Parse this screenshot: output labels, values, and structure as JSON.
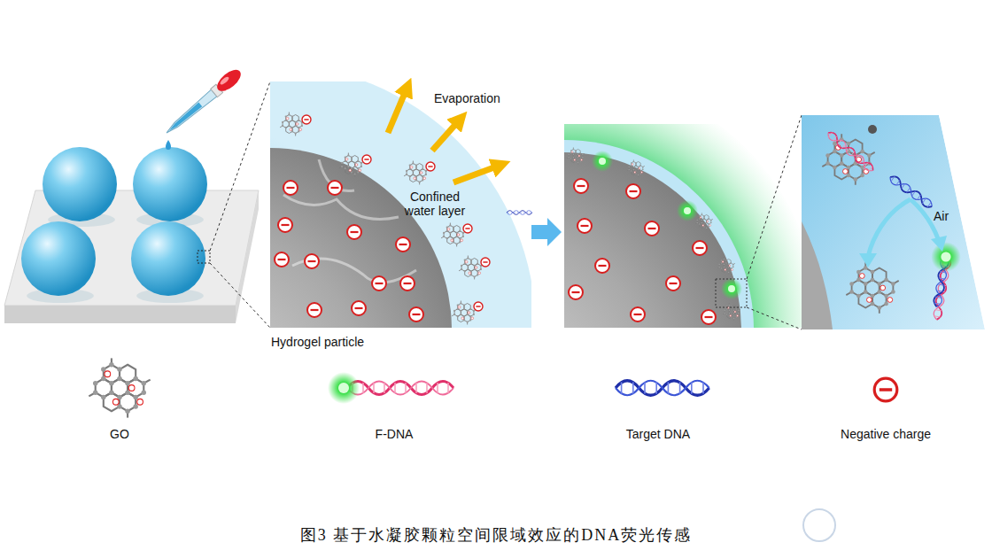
{
  "diagram": {
    "caption": "图3 基于水凝胶颗粒空间限域效应的DNA荧光传感",
    "labels": [
      "Evaporation",
      "Confined water layer",
      "Hydrogel particle",
      "Air"
    ],
    "legend": [
      {
        "text": "GO"
      },
      {
        "text": "F-DNA"
      },
      {
        "text": "Target DNA"
      },
      {
        "text": "Negative charge"
      }
    ]
  }
}
